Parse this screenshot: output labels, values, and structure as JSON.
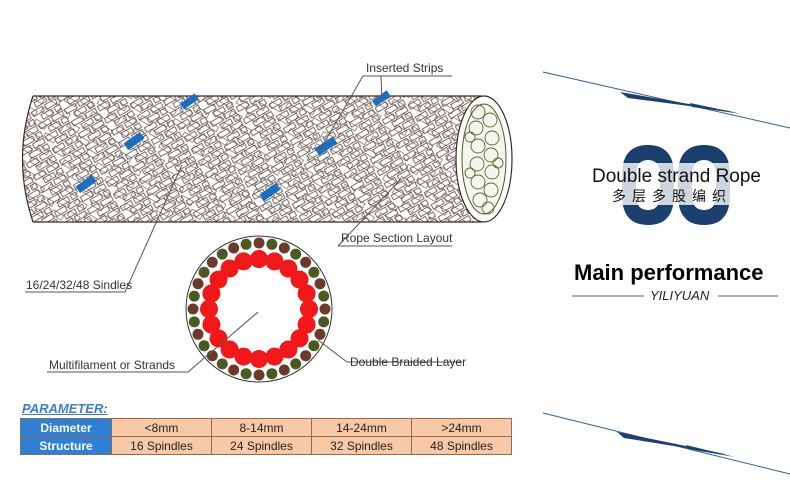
{
  "callouts": {
    "inserted_strips": "Inserted Strips",
    "sindles": "16/24/32/48 Sindles",
    "rope_section": "Rope Section Layout",
    "multifilament": "Multifilament or Strands",
    "double_braided": "Double Braided Layer"
  },
  "brand": {
    "title": "Double strand Rope",
    "subtitle_cn": "多层多股编织",
    "section_title": "Main performance",
    "company": "YILIYUAN"
  },
  "parameter": {
    "heading": "PARAMETER:",
    "rows": [
      {
        "label": "Diameter",
        "cells": [
          "<8mm",
          "8-14mm",
          "14-24mm",
          ">24mm"
        ]
      },
      {
        "label": "Structure",
        "cells": [
          "16 Spindles",
          "24 Spindles",
          "32 Spindles",
          "48 Spindles"
        ]
      }
    ]
  },
  "colors": {
    "accent_blue": "#2f7fd4",
    "table_fill": "#f9c9a6",
    "strand_red": "#f01818",
    "strand_green": "#4a5a20",
    "braid_brown": "#6b3a2a",
    "monogram_navy": "#1b3f6e"
  }
}
